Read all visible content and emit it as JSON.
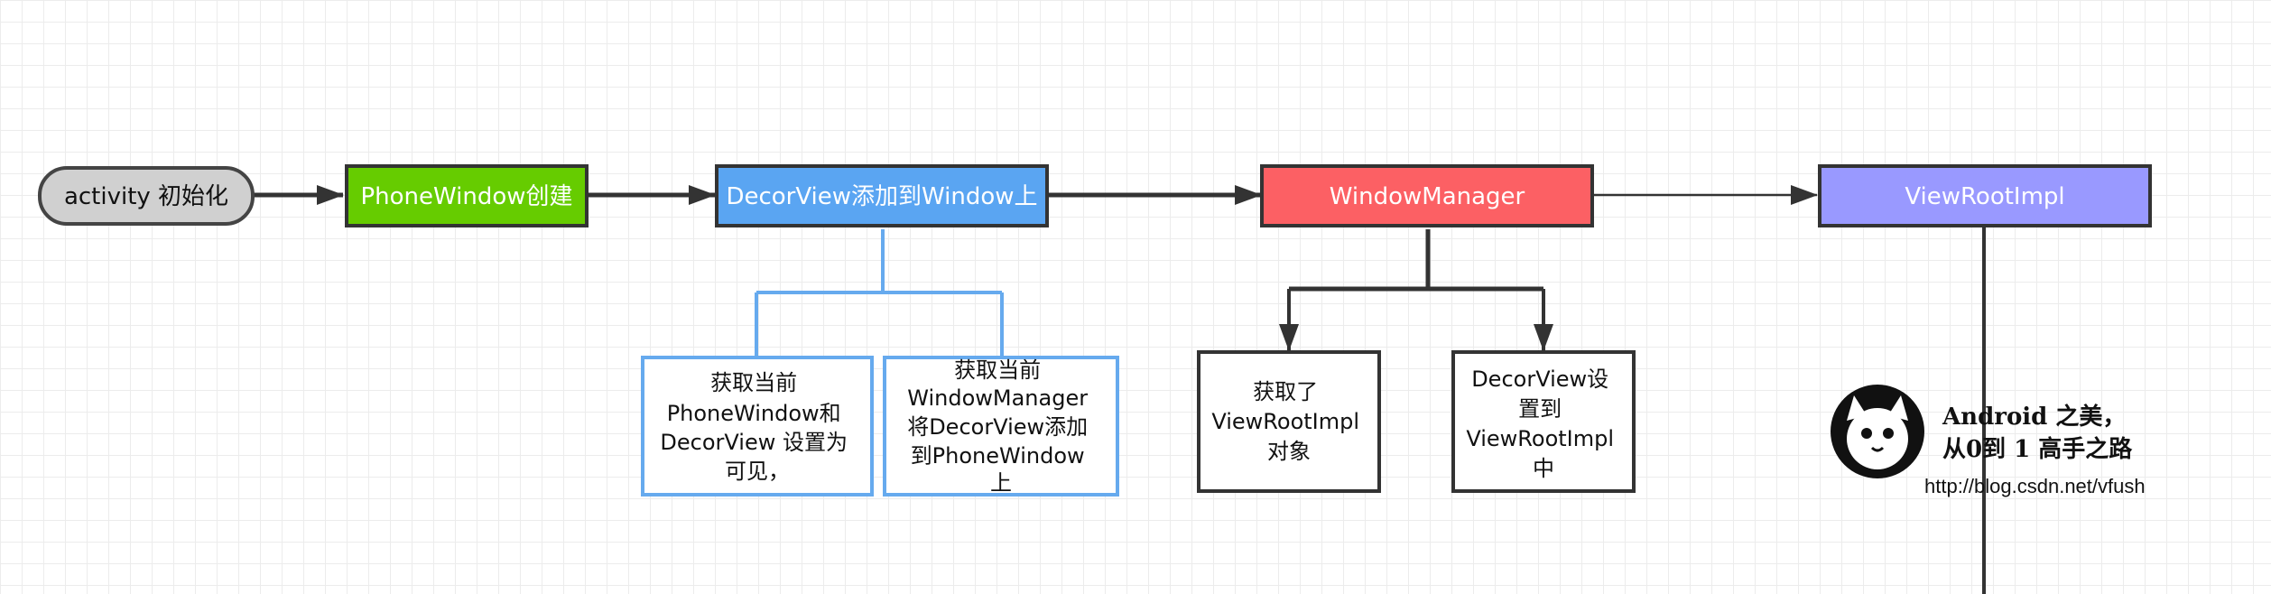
{
  "diagram": {
    "nodes": {
      "activity_init": {
        "label": "activity 初始化",
        "fill": "#d0d0d0"
      },
      "phonewindow_create": {
        "label": "PhoneWindow创建",
        "fill": "#66cc00"
      },
      "decorview_add": {
        "label": "DecorView添加到Window上",
        "fill": "#5aa5f2"
      },
      "windowmanager": {
        "label": "WindowManager",
        "fill": "#fc6064"
      },
      "viewrootimpl": {
        "label": "ViewRootImpl",
        "fill": "#9999ff"
      },
      "get_phonewindow": {
        "lines": [
          "获取当前",
          "PhoneWindow和",
          "DecorView 设置为",
          "可见，"
        ]
      },
      "get_windowmanager": {
        "lines": [
          "获取当前",
          "WindowManager",
          "将DecorView添加",
          "到PhoneWindow",
          "上"
        ]
      },
      "get_viewrootimpl": {
        "lines": [
          "获取了",
          "ViewRootImpl",
          "对象"
        ]
      },
      "set_decorview": {
        "lines": [
          "DecorView设",
          "置到",
          "ViewRootImpl",
          "中"
        ]
      }
    }
  },
  "watermark": {
    "line1": "Android 之美，",
    "line2": "从0到 1 高手之路",
    "url": "http://blog.csdn.net/vfush"
  },
  "colors": {
    "arrow": "#333333",
    "box_border": "#333333",
    "blue_border": "#66aaee",
    "connector_blue": "#66aaee"
  }
}
